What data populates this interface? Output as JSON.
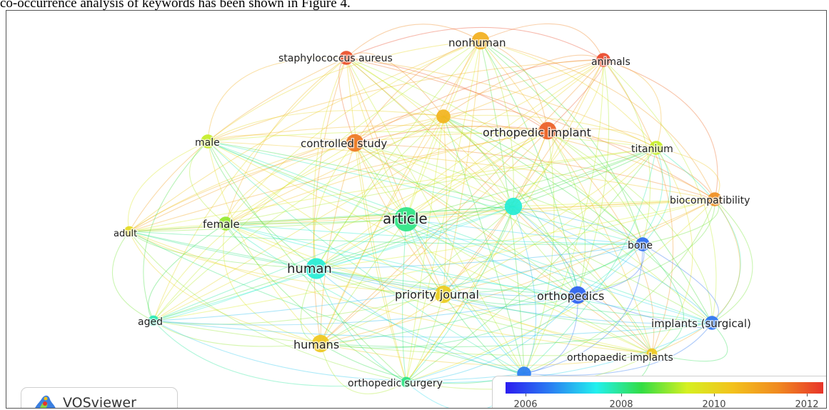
{
  "caption": "co-occurrence analysis of keywords has been shown in Figure 4.",
  "brand": {
    "name": "VOSviewer"
  },
  "color_scale": {
    "ticks": [
      "2006",
      "2008",
      "2010",
      "2012"
    ],
    "gradient": [
      "#2b1cf0",
      "#2a7ff2",
      "#22f0ee",
      "#33dd44",
      "#d6f021",
      "#f3c21c",
      "#f08a20",
      "#e8342a"
    ]
  },
  "nodes": [
    {
      "id": "nonhuman",
      "label": "nonhuman",
      "year": 2010.8,
      "weight": 3
    },
    {
      "id": "staph",
      "label": "staphylococcus aureus",
      "year": 2012.2,
      "weight": 2
    },
    {
      "id": "animals",
      "label": "animals",
      "year": 2012.3,
      "weight": 2
    },
    {
      "id": "yellow_hub",
      "label": "",
      "year": 2010.7,
      "weight": 2
    },
    {
      "id": "ortho_implant",
      "label": "orthopedic implant",
      "year": 2012.0,
      "weight": 3
    },
    {
      "id": "controlled",
      "label": "controlled study",
      "year": 2011.7,
      "weight": 3
    },
    {
      "id": "male",
      "label": "male",
      "year": 2009.3,
      "weight": 2
    },
    {
      "id": "titanium",
      "label": "titanium",
      "year": 2009.3,
      "weight": 2
    },
    {
      "id": "biocompat",
      "label": "biocompatibility",
      "year": 2011.4,
      "weight": 2
    },
    {
      "id": "article",
      "label": "article",
      "year": 2008.0,
      "weight": 5
    },
    {
      "id": "blue_hub",
      "label": "",
      "year": 2007.5,
      "weight": 3
    },
    {
      "id": "adult",
      "label": "adult",
      "year": 2009.9,
      "weight": 1
    },
    {
      "id": "female",
      "label": "female",
      "year": 2009.0,
      "weight": 2
    },
    {
      "id": "bone",
      "label": "bone",
      "year": 2006.1,
      "weight": 2
    },
    {
      "id": "human",
      "label": "human",
      "year": 2007.5,
      "weight": 4
    },
    {
      "id": "priority",
      "label": "priority journal",
      "year": 2010.2,
      "weight": 3
    },
    {
      "id": "orthopedics",
      "label": "orthopedics",
      "year": 2006.0,
      "weight": 3
    },
    {
      "id": "aged",
      "label": "aged",
      "year": 2007.7,
      "weight": 1
    },
    {
      "id": "implants_surg",
      "label": "implants (surgical)",
      "year": 2006.2,
      "weight": 2
    },
    {
      "id": "humans",
      "label": "humans",
      "year": 2010.3,
      "weight": 3
    },
    {
      "id": "ortho_implants",
      "label": "orthopaedic implants",
      "year": 2010.3,
      "weight": 1
    },
    {
      "id": "ortho_surgery",
      "label": "orthopedic surgery",
      "year": 2008.0,
      "weight": 1
    },
    {
      "id": "purple_hub",
      "label": "",
      "year": 2006.3,
      "weight": 2
    }
  ]
}
